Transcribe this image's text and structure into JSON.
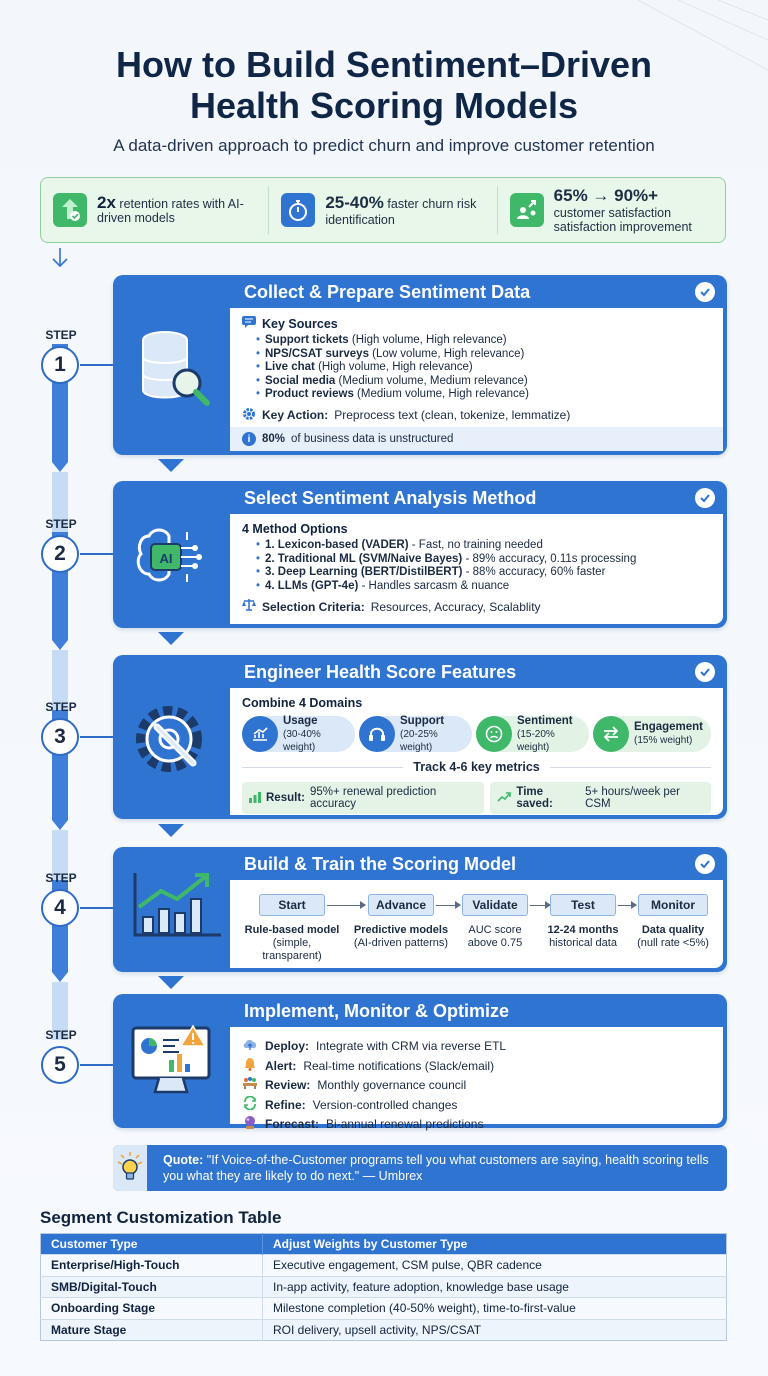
{
  "header": {
    "title_line1": "How to Build Sentiment–Driven",
    "title_line2": "Health Scoring Models",
    "subtitle": "A data-driven approach to predict churn and improve customer retention"
  },
  "stats": [
    {
      "value": "2x",
      "text": "retention rates with AI-driven models",
      "icon": "growth-arrow-icon",
      "color": "#3fb86a"
    },
    {
      "value": "25-40%",
      "text": "faster churn risk identification",
      "icon": "stopwatch-icon",
      "color": "#2f74d0"
    },
    {
      "value": "65% → 90%+",
      "text": "customer satisfaction satisfaction improvement",
      "icon": "user-growth-icon",
      "color": "#3fb86a"
    }
  ],
  "step_word": "STEP",
  "steps": [
    {
      "number": "1",
      "title": "Collect & Prepare Sentiment Data",
      "sources_header": "Key Sources",
      "sources": [
        {
          "name": "Support tickets",
          "detail": "(High volume, High relevance)"
        },
        {
          "name": "NPS/CSAT surveys",
          "detail": "(Low volume, High relevance)"
        },
        {
          "name": "Live chat",
          "detail": "(High volume, High relevance)"
        },
        {
          "name": "Social media",
          "detail": "(Medium volume, Medium relevance)"
        },
        {
          "name": "Product reviews",
          "detail": "(Medium volume, High relevance)"
        }
      ],
      "key_action_label": "Key Action:",
      "key_action": "Preprocess text (clean, tokenize, lemmatize)",
      "note_bold": "80%",
      "note": "of business data is unstructured"
    },
    {
      "number": "2",
      "title": "Select Sentiment Analysis Method",
      "options_header": "4 Method Options",
      "options": [
        {
          "name": "1. Lexicon-based (VADER)",
          "detail": "- Fast, no training needed"
        },
        {
          "name": "2. Traditional ML (SVM/Naive Bayes)",
          "detail": "- 89% accuracy, 0.11s processing"
        },
        {
          "name": "3. Deep Learning (BERT/DistilBERT)",
          "detail": "- 88% accuracy, 60% faster"
        },
        {
          "name": "4. LLMs (GPT-4e)",
          "detail": "- Handles sarcasm & nuance"
        }
      ],
      "criteria_label": "Selection Criteria:",
      "criteria": "Resources, Accuracy, Scalablity"
    },
    {
      "number": "3",
      "title": "Engineer Health Score Features",
      "combine_header": "Combine 4 Domains",
      "domains": [
        {
          "name": "Usage",
          "weight": "(30-40% weight)",
          "icon": "chart-icon",
          "color": "#2f74d0",
          "bg": "#dbe8f8"
        },
        {
          "name": "Support",
          "weight": "(20-25% weight)",
          "icon": "headset-icon",
          "color": "#2f74d0",
          "bg": "#dbe8f8"
        },
        {
          "name": "Sentiment",
          "weight": "(15-20% weight)",
          "icon": "sad-face-icon",
          "color": "#3fb86a",
          "bg": "#e2f3e5"
        },
        {
          "name": "Engagement",
          "weight": "(15% weight)",
          "icon": "swap-arrows-icon",
          "color": "#3fb86a",
          "bg": "#e2f3e5"
        }
      ],
      "track": "Track 4-6 key metrics",
      "result_label": "Result:",
      "result": "95%+ renewal prediction accuracy",
      "time_label": "Time saved:",
      "time": "5+ hours/week per CSM"
    },
    {
      "number": "4",
      "title": "Build & Train the Scoring Model",
      "pipeline": [
        {
          "stage": "Start",
          "bold": "Rule-based model",
          "desc": "(simple, transparent)"
        },
        {
          "stage": "Advance",
          "bold": "Predictive models",
          "desc": "(AI-driven patterns)"
        },
        {
          "stage": "Validate",
          "bold": "",
          "desc": "AUC score above 0.75"
        },
        {
          "stage": "Test",
          "bold": "12-24 months",
          "desc": "historical data"
        },
        {
          "stage": "Monitor",
          "bold": "Data quality",
          "desc": "(null rate <5%)"
        }
      ]
    },
    {
      "number": "5",
      "title": "Implement, Monitor & Optimize",
      "actions": [
        {
          "label": "Deploy:",
          "text": "Integrate with CRM via reverse ETL",
          "icon": "cloud-icon"
        },
        {
          "label": "Alert:",
          "text": "Real-time notifications (Slack/email)",
          "icon": "bell-icon"
        },
        {
          "label": "Review:",
          "text": "Monthly governance council",
          "icon": "council-icon"
        },
        {
          "label": "Refine:",
          "text": "Version-controlled changes",
          "icon": "refresh-icon"
        },
        {
          "label": "Forecast:",
          "text": "Bi-annual renewal predictions",
          "icon": "crystal-ball-icon"
        }
      ]
    }
  ],
  "quote": {
    "label": "Quote:",
    "text": "\"If Voice-of-the-Customer programs tell you what customers are saying, health scoring tells you what they are likely to do next.\" — Umbrex"
  },
  "table": {
    "title": "Segment Customization Table",
    "headers": [
      "Customer Type",
      "Adjust Weights by Customer Type"
    ],
    "rows": [
      [
        "Enterprise/High-Touch",
        "Executive engagement, CSM pulse, QBR cadence"
      ],
      [
        "SMB/Digital-Touch",
        "In-app activity, feature adoption, knowledge base usage"
      ],
      [
        "Onboarding Stage",
        "Milestone completion (40-50% weight), time-to-first-value"
      ],
      [
        "Mature Stage",
        "ROI delivery, upsell activity, NPS/CSAT"
      ]
    ]
  },
  "colors": {
    "primary": "#2f74d0",
    "green": "#3fb86a",
    "dark": "#10233f"
  }
}
